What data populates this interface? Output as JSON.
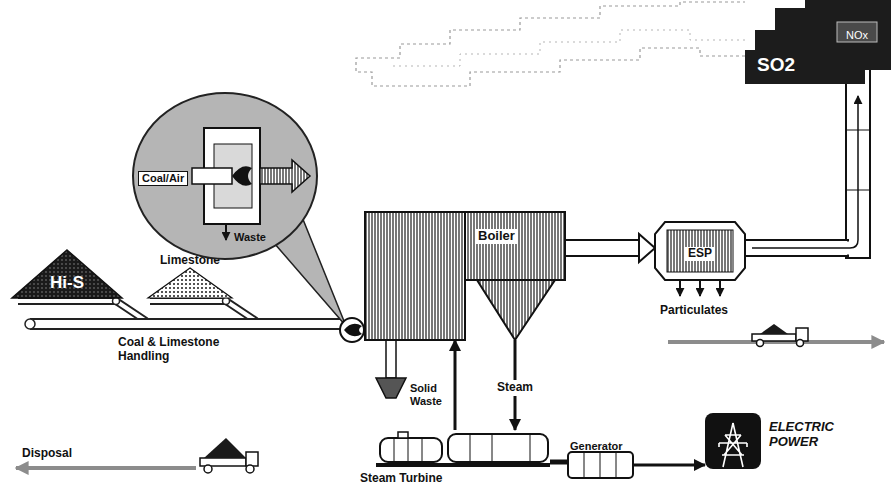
{
  "diagram": {
    "nodes": [
      {
        "text": [
          "Hi-S"
        ]
      },
      {
        "text": [
          "Limestone"
        ]
      },
      {
        "text": [
          "Coal/Air",
          "Waste"
        ]
      },
      {
        "text": [
          "Boiler"
        ]
      },
      {
        "text": [
          "ESP"
        ]
      },
      {
        "text": [
          "Steam Turbine"
        ]
      },
      {
        "text": [
          "Generator"
        ]
      },
      {
        "text": [
          "ELECTRIC POWER"
        ]
      },
      {
        "text": [
          "SO2"
        ]
      },
      {
        "text": [
          "NOx"
        ],
        "in": 8
      }
    ],
    "edges": [
      {
        "from": 3,
        "to": 4,
        "arrow": "to"
      },
      {
        "from": 3,
        "to": 5,
        "label": "Steam",
        "arrow": "to"
      },
      {
        "from": 5,
        "to": 3,
        "arrow": "to"
      },
      {
        "from": 5,
        "to": 6,
        "arrow": "none"
      },
      {
        "from": 6,
        "to": 7,
        "arrow": "to"
      }
    ],
    "labels": [
      "Coal & Limestone Handling",
      "Solid Waste",
      "Disposal",
      "Particulates"
    ]
  }
}
